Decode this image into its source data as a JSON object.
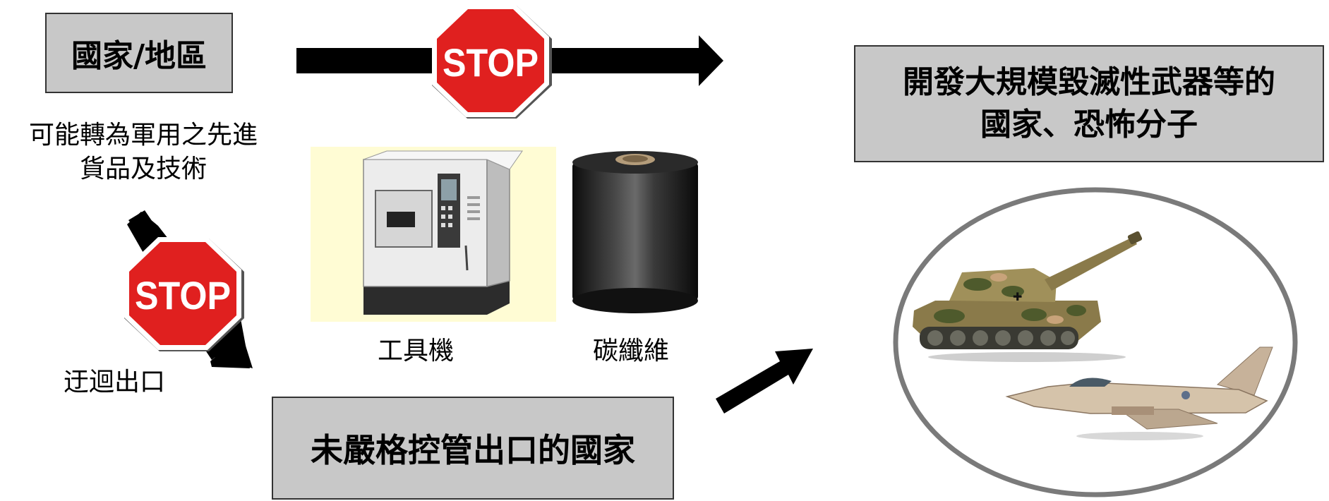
{
  "source_box": {
    "label": "國家/地區"
  },
  "goods_caption": {
    "line1": "可能轉為軍用之先進",
    "line2": "貨品及技術"
  },
  "detour_caption": "迂迴出口",
  "stop_sign_text": "STOP",
  "items": [
    {
      "label": "工具機",
      "icon": "machine-tool-image"
    },
    {
      "label": "碳纖維",
      "icon": "carbon-fiber-spool-image"
    }
  ],
  "lax_country_box": {
    "label": "未嚴格控管出口的國家"
  },
  "target_box": {
    "line1": "開發大規模毀滅性武器等的",
    "line2": "國家、恐怖分子"
  },
  "weapons": [
    "tank-icon",
    "fighter-jet-icon"
  ],
  "colors": {
    "stop_red": "#e0201f",
    "box_gray": "#c8c8c8",
    "arrow": "#000000",
    "ellipse_border": "#7a7a7a"
  }
}
